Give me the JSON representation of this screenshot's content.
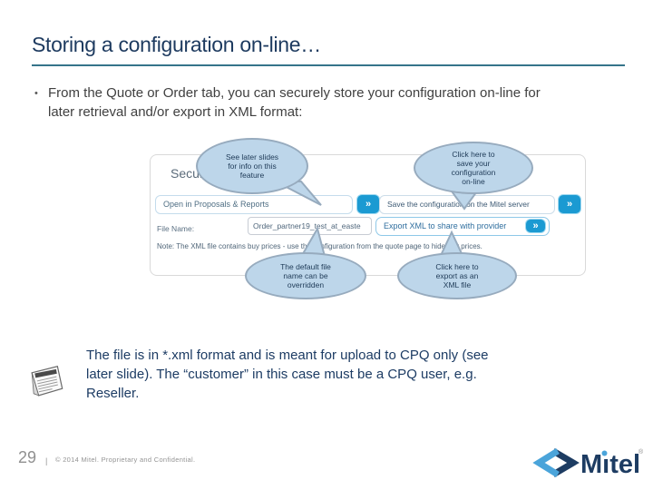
{
  "colors": {
    "title_navy": "#1d3a5f",
    "underline_teal": "#35748a",
    "body_navy": "#1d3c64",
    "button_blue": "#1b9ad2",
    "callout_fill": "#bdd6ea",
    "callout_border": "#97abbe"
  },
  "slide": {
    "title": "Storing a configuration on-line…",
    "bullet_marker": "•",
    "bullet_lines": [
      "From the Quote or Order tab, you can securely store your configuration on-line for",
      "later retrieval and/or export in XML format:"
    ]
  },
  "screenshot": {
    "heading": "Secure",
    "chevron_glyph": "»",
    "open_button": "Open in Proposals & Reports",
    "save_button": "Save the configuration on the Mitel server",
    "file_name_label": "File Name:",
    "file_name_value": "Order_partner19_test_at_easte",
    "export_button": "Export XML to share with provider",
    "note": "Note: The XML file contains buy prices - use the configuration from the quote page to hide buy prices."
  },
  "callouts": [
    {
      "lines": [
        "See later slides",
        "for info on this",
        "feature"
      ]
    },
    {
      "lines": [
        "Click here to",
        "save your",
        "configuration",
        "on-line"
      ]
    },
    {
      "lines": [
        "The default file",
        "name can be",
        "overridden"
      ]
    },
    {
      "lines": [
        "Click here to",
        "export as an",
        "XML file"
      ]
    }
  ],
  "body": {
    "lines": [
      "The file is in *.xml format and is meant for upload to CPQ only (see",
      "later slide). The “customer” in this case must be a CPQ user, e.g.",
      "Reseller."
    ]
  },
  "footer": {
    "page_number": "29",
    "separator": "|",
    "copyright": "© 2014 Mitel. Proprietary and Confidential."
  },
  "logo": {
    "text": "Mitel",
    "mark": "®"
  }
}
